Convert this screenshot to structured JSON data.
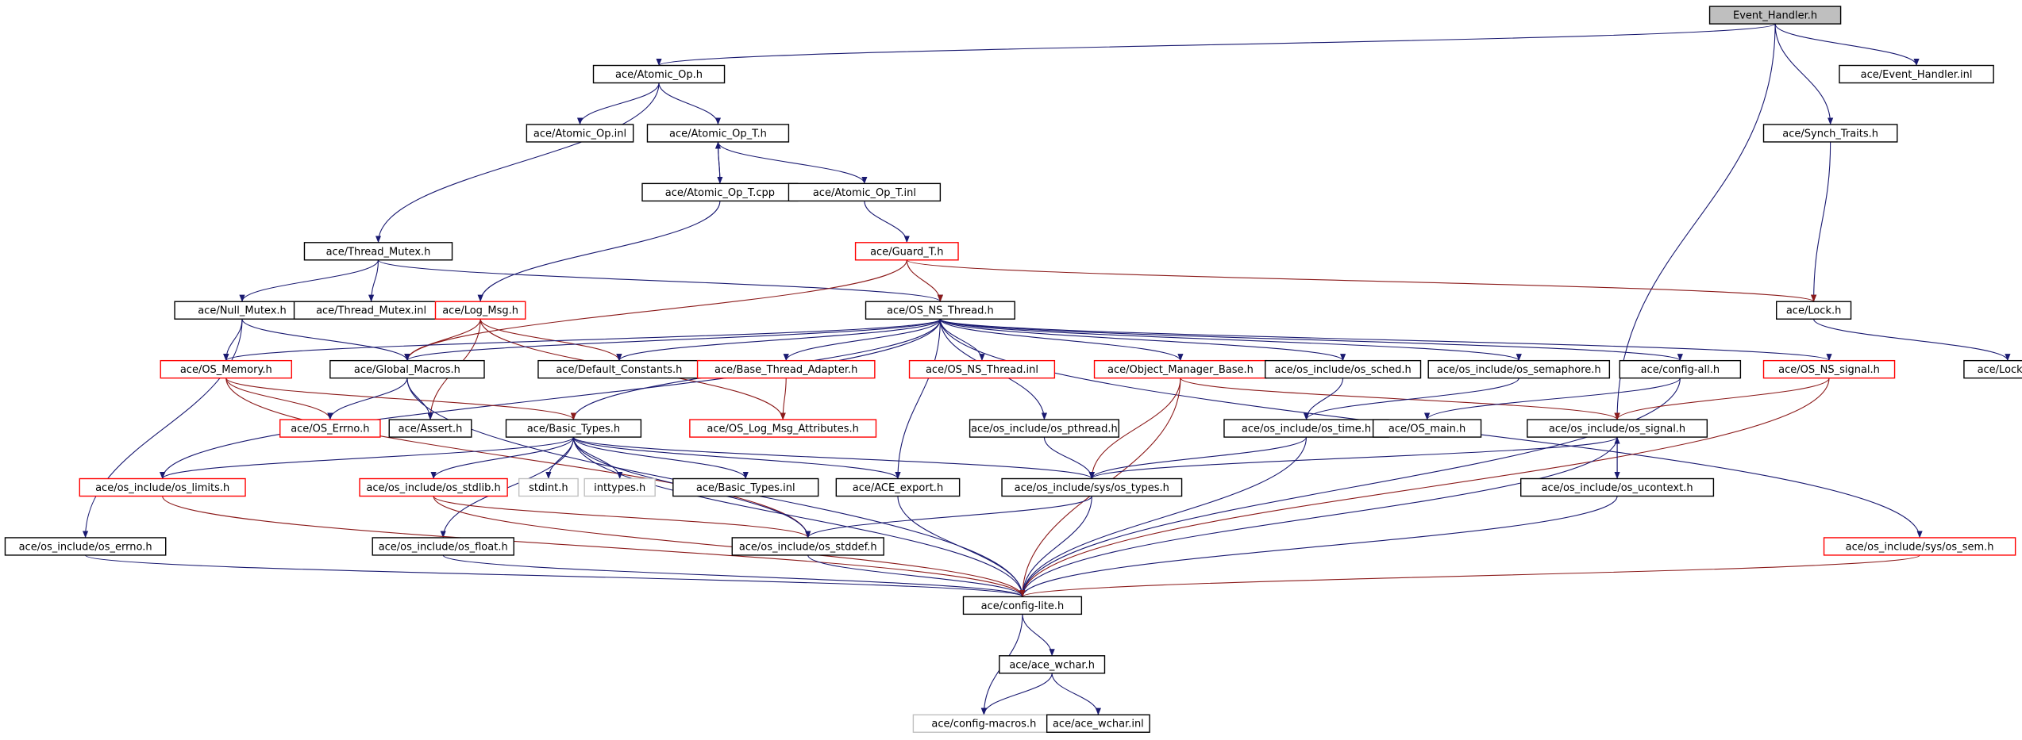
{
  "nodes": [
    {
      "id": "event_handler_h",
      "label": "Event_Handler.h",
      "border": "root",
      "interactable": false
    },
    {
      "id": "atomic_op_h",
      "label": "ace/Atomic_Op.h",
      "border": "black",
      "interactable": true
    },
    {
      "id": "event_handler_inl",
      "label": "ace/Event_Handler.inl",
      "border": "black",
      "interactable": true
    },
    {
      "id": "atomic_op_inl",
      "label": "ace/Atomic_Op.inl",
      "border": "black",
      "interactable": true
    },
    {
      "id": "atomic_op_t_h",
      "label": "ace/Atomic_Op_T.h",
      "border": "black",
      "interactable": true
    },
    {
      "id": "synch_traits_h",
      "label": "ace/Synch_Traits.h",
      "border": "black",
      "interactable": true
    },
    {
      "id": "atomic_op_t_cpp",
      "label": "ace/Atomic_Op_T.cpp",
      "border": "black",
      "interactable": true
    },
    {
      "id": "atomic_op_t_inl",
      "label": "ace/Atomic_Op_T.inl",
      "border": "black",
      "interactable": true
    },
    {
      "id": "thread_mutex_h",
      "label": "ace/Thread_Mutex.h",
      "border": "black",
      "interactable": true
    },
    {
      "id": "guard_t_h",
      "label": "ace/Guard_T.h",
      "border": "red",
      "interactable": true
    },
    {
      "id": "null_mutex_h",
      "label": "ace/Null_Mutex.h",
      "border": "black",
      "interactable": true
    },
    {
      "id": "thread_mutex_inl",
      "label": "ace/Thread_Mutex.inl",
      "border": "black",
      "interactable": true
    },
    {
      "id": "log_msg_h",
      "label": "ace/Log_Msg.h",
      "border": "red",
      "interactable": true
    },
    {
      "id": "os_ns_thread_h",
      "label": "ace/OS_NS_Thread.h",
      "border": "black",
      "interactable": true
    },
    {
      "id": "lock_h",
      "label": "ace/Lock.h",
      "border": "black",
      "interactable": true
    },
    {
      "id": "os_memory_h",
      "label": "ace/OS_Memory.h",
      "border": "red",
      "interactable": true
    },
    {
      "id": "global_macros_h",
      "label": "ace/Global_Macros.h",
      "border": "black",
      "interactable": true
    },
    {
      "id": "default_constants_h",
      "label": "ace/Default_Constants.h",
      "border": "black",
      "interactable": true
    },
    {
      "id": "base_thread_adapter_h",
      "label": "ace/Base_Thread_Adapter.h",
      "border": "red",
      "interactable": true
    },
    {
      "id": "os_ns_thread_inl",
      "label": "ace/OS_NS_Thread.inl",
      "border": "red",
      "interactable": true
    },
    {
      "id": "object_manager_base_h",
      "label": "ace/Object_Manager_Base.h",
      "border": "red",
      "interactable": true
    },
    {
      "id": "os_sched_h",
      "label": "ace/os_include/os_sched.h",
      "border": "black",
      "interactable": true
    },
    {
      "id": "os_semaphore_h",
      "label": "ace/os_include/os_semaphore.h",
      "border": "black",
      "interactable": true
    },
    {
      "id": "config_all_h",
      "label": "ace/config-all.h",
      "border": "black",
      "interactable": true
    },
    {
      "id": "os_ns_signal_h",
      "label": "ace/OS_NS_signal.h",
      "border": "red",
      "interactable": true
    },
    {
      "id": "lock_inl",
      "label": "ace/Lock.inl",
      "border": "black",
      "interactable": true
    },
    {
      "id": "os_errno_h",
      "label": "ace/OS_Errno.h",
      "border": "red",
      "interactable": true
    },
    {
      "id": "assert_h",
      "label": "ace/Assert.h",
      "border": "black",
      "interactable": true
    },
    {
      "id": "basic_types_h",
      "label": "ace/Basic_Types.h",
      "border": "black",
      "interactable": true
    },
    {
      "id": "os_log_msg_attributes_h",
      "label": "ace/OS_Log_Msg_Attributes.h",
      "border": "red",
      "interactable": true
    },
    {
      "id": "os_pthread_h",
      "label": "ace/os_include/os_pthread.h",
      "border": "black",
      "interactable": true
    },
    {
      "id": "os_time_h",
      "label": "ace/os_include/os_time.h",
      "border": "black",
      "interactable": true
    },
    {
      "id": "os_main_h",
      "label": "ace/OS_main.h",
      "border": "black",
      "interactable": true
    },
    {
      "id": "os_signal_h",
      "label": "ace/os_include/os_signal.h",
      "border": "black",
      "interactable": true
    },
    {
      "id": "os_limits_h",
      "label": "ace/os_include/os_limits.h",
      "border": "red",
      "interactable": true
    },
    {
      "id": "os_stdlib_h",
      "label": "ace/os_include/os_stdlib.h",
      "border": "red",
      "interactable": true
    },
    {
      "id": "stdint_h",
      "label": "stdint.h",
      "border": "gray",
      "interactable": false
    },
    {
      "id": "inttypes_h",
      "label": "inttypes.h",
      "border": "gray",
      "interactable": false
    },
    {
      "id": "basic_types_inl",
      "label": "ace/Basic_Types.inl",
      "border": "black",
      "interactable": true
    },
    {
      "id": "ace_export_h",
      "label": "ace/ACE_export.h",
      "border": "black",
      "interactable": true
    },
    {
      "id": "sys_os_types_h",
      "label": "ace/os_include/sys/os_types.h",
      "border": "black",
      "interactable": true
    },
    {
      "id": "os_ucontext_h",
      "label": "ace/os_include/os_ucontext.h",
      "border": "black",
      "interactable": true
    },
    {
      "id": "os_include_errno_h",
      "label": "ace/os_include/os_errno.h",
      "border": "black",
      "interactable": true
    },
    {
      "id": "os_float_h",
      "label": "ace/os_include/os_float.h",
      "border": "black",
      "interactable": true
    },
    {
      "id": "os_stddef_h",
      "label": "ace/os_include/os_stddef.h",
      "border": "black",
      "interactable": true
    },
    {
      "id": "sys_os_sem_h",
      "label": "ace/os_include/sys/os_sem.h",
      "border": "red",
      "interactable": true
    },
    {
      "id": "config_lite_h",
      "label": "ace/config-lite.h",
      "border": "black",
      "interactable": true
    },
    {
      "id": "ace_wchar_h",
      "label": "ace/ace_wchar.h",
      "border": "black",
      "interactable": true
    },
    {
      "id": "config_macros_h",
      "label": "ace/config-macros.h",
      "border": "gray",
      "interactable": false
    },
    {
      "id": "ace_wchar_inl",
      "label": "ace/ace_wchar.inl",
      "border": "black",
      "interactable": true
    }
  ],
  "edges": [
    [
      "event_handler_h",
      "atomic_op_h"
    ],
    [
      "event_handler_h",
      "event_handler_inl"
    ],
    [
      "event_handler_h",
      "synch_traits_h"
    ],
    [
      "event_handler_h",
      "os_signal_h"
    ],
    [
      "atomic_op_h",
      "atomic_op_inl"
    ],
    [
      "atomic_op_h",
      "atomic_op_t_h"
    ],
    [
      "atomic_op_h",
      "thread_mutex_h"
    ],
    [
      "atomic_op_t_h",
      "atomic_op_t_cpp"
    ],
    [
      "atomic_op_t_cpp",
      "atomic_op_t_h"
    ],
    [
      "atomic_op_t_h",
      "atomic_op_t_inl"
    ],
    [
      "atomic_op_t_cpp",
      "log_msg_h"
    ],
    [
      "atomic_op_t_inl",
      "guard_t_h"
    ],
    [
      "synch_traits_h",
      "lock_h"
    ],
    [
      "thread_mutex_h",
      "null_mutex_h"
    ],
    [
      "thread_mutex_h",
      "thread_mutex_inl"
    ],
    [
      "thread_mutex_h",
      "os_ns_thread_h"
    ],
    [
      "guard_t_h",
      "os_ns_thread_h"
    ],
    [
      "guard_t_h",
      "lock_h"
    ],
    [
      "guard_t_h",
      "global_macros_h"
    ],
    [
      "null_mutex_h",
      "os_memory_h"
    ],
    [
      "null_mutex_h",
      "global_macros_h"
    ],
    [
      "null_mutex_h",
      "os_include_errno_h"
    ],
    [
      "log_msg_h",
      "global_macros_h"
    ],
    [
      "log_msg_h",
      "default_constants_h"
    ],
    [
      "log_msg_h",
      "assert_h"
    ],
    [
      "log_msg_h",
      "os_log_msg_attributes_h"
    ],
    [
      "os_ns_thread_h",
      "os_memory_h"
    ],
    [
      "os_ns_thread_h",
      "global_macros_h"
    ],
    [
      "os_ns_thread_h",
      "default_constants_h"
    ],
    [
      "os_ns_thread_h",
      "base_thread_adapter_h"
    ],
    [
      "os_ns_thread_h",
      "os_ns_thread_inl"
    ],
    [
      "os_ns_thread_h",
      "object_manager_base_h"
    ],
    [
      "os_ns_thread_h",
      "os_sched_h"
    ],
    [
      "os_ns_thread_h",
      "os_semaphore_h"
    ],
    [
      "os_ns_thread_h",
      "config_all_h"
    ],
    [
      "os_ns_thread_h",
      "os_ns_signal_h"
    ],
    [
      "os_ns_thread_h",
      "basic_types_h"
    ],
    [
      "os_ns_thread_h",
      "os_pthread_h"
    ],
    [
      "os_ns_thread_h",
      "ace_export_h"
    ],
    [
      "os_ns_thread_h",
      "os_limits_h"
    ],
    [
      "os_ns_thread_h",
      "sys_os_sem_h"
    ],
    [
      "lock_h",
      "lock_inl"
    ],
    [
      "os_memory_h",
      "os_errno_h"
    ],
    [
      "os_memory_h",
      "basic_types_h"
    ],
    [
      "os_memory_h",
      "os_stddef_h"
    ],
    [
      "global_macros_h",
      "os_errno_h"
    ],
    [
      "global_macros_h",
      "assert_h"
    ],
    [
      "global_macros_h",
      "config_lite_h"
    ],
    [
      "base_thread_adapter_h",
      "os_log_msg_attributes_h"
    ],
    [
      "object_manager_base_h",
      "sys_os_types_h"
    ],
    [
      "object_manager_base_h",
      "config_lite_h"
    ],
    [
      "object_manager_base_h",
      "os_signal_h"
    ],
    [
      "os_sched_h",
      "os_time_h"
    ],
    [
      "os_semaphore_h",
      "os_time_h"
    ],
    [
      "config_all_h",
      "os_main_h"
    ],
    [
      "config_all_h",
      "config_lite_h"
    ],
    [
      "os_ns_signal_h",
      "os_signal_h"
    ],
    [
      "os_ns_signal_h",
      "config_lite_h"
    ],
    [
      "basic_types_h",
      "os_limits_h"
    ],
    [
      "basic_types_h",
      "os_stdlib_h"
    ],
    [
      "basic_types_h",
      "stdint_h"
    ],
    [
      "basic_types_h",
      "inttypes_h"
    ],
    [
      "basic_types_h",
      "basic_types_inl"
    ],
    [
      "basic_types_h",
      "ace_export_h"
    ],
    [
      "basic_types_h",
      "sys_os_types_h"
    ],
    [
      "basic_types_h",
      "os_float_h"
    ],
    [
      "basic_types_h",
      "os_stddef_h"
    ],
    [
      "basic_types_h",
      "config_lite_h"
    ],
    [
      "os_pthread_h",
      "sys_os_types_h"
    ],
    [
      "os_time_h",
      "sys_os_types_h"
    ],
    [
      "os_time_h",
      "config_lite_h"
    ],
    [
      "os_signal_h",
      "sys_os_types_h"
    ],
    [
      "os_signal_h",
      "os_ucontext_h"
    ],
    [
      "os_ucontext_h",
      "os_signal_h"
    ],
    [
      "os_signal_h",
      "config_lite_h"
    ],
    [
      "os_limits_h",
      "config_lite_h"
    ],
    [
      "os_stdlib_h",
      "os_stddef_h"
    ],
    [
      "os_stdlib_h",
      "config_lite_h"
    ],
    [
      "ace_export_h",
      "config_lite_h"
    ],
    [
      "sys_os_types_h",
      "os_stddef_h"
    ],
    [
      "sys_os_types_h",
      "config_lite_h"
    ],
    [
      "os_ucontext_h",
      "config_lite_h"
    ],
    [
      "os_include_errno_h",
      "config_lite_h"
    ],
    [
      "os_float_h",
      "config_lite_h"
    ],
    [
      "os_stddef_h",
      "config_lite_h"
    ],
    [
      "sys_os_sem_h",
      "config_lite_h"
    ],
    [
      "config_lite_h",
      "ace_wchar_h"
    ],
    [
      "config_lite_h",
      "config_macros_h"
    ],
    [
      "ace_wchar_h",
      "config_macros_h"
    ],
    [
      "ace_wchar_h",
      "ace_wchar_inl"
    ]
  ]
}
